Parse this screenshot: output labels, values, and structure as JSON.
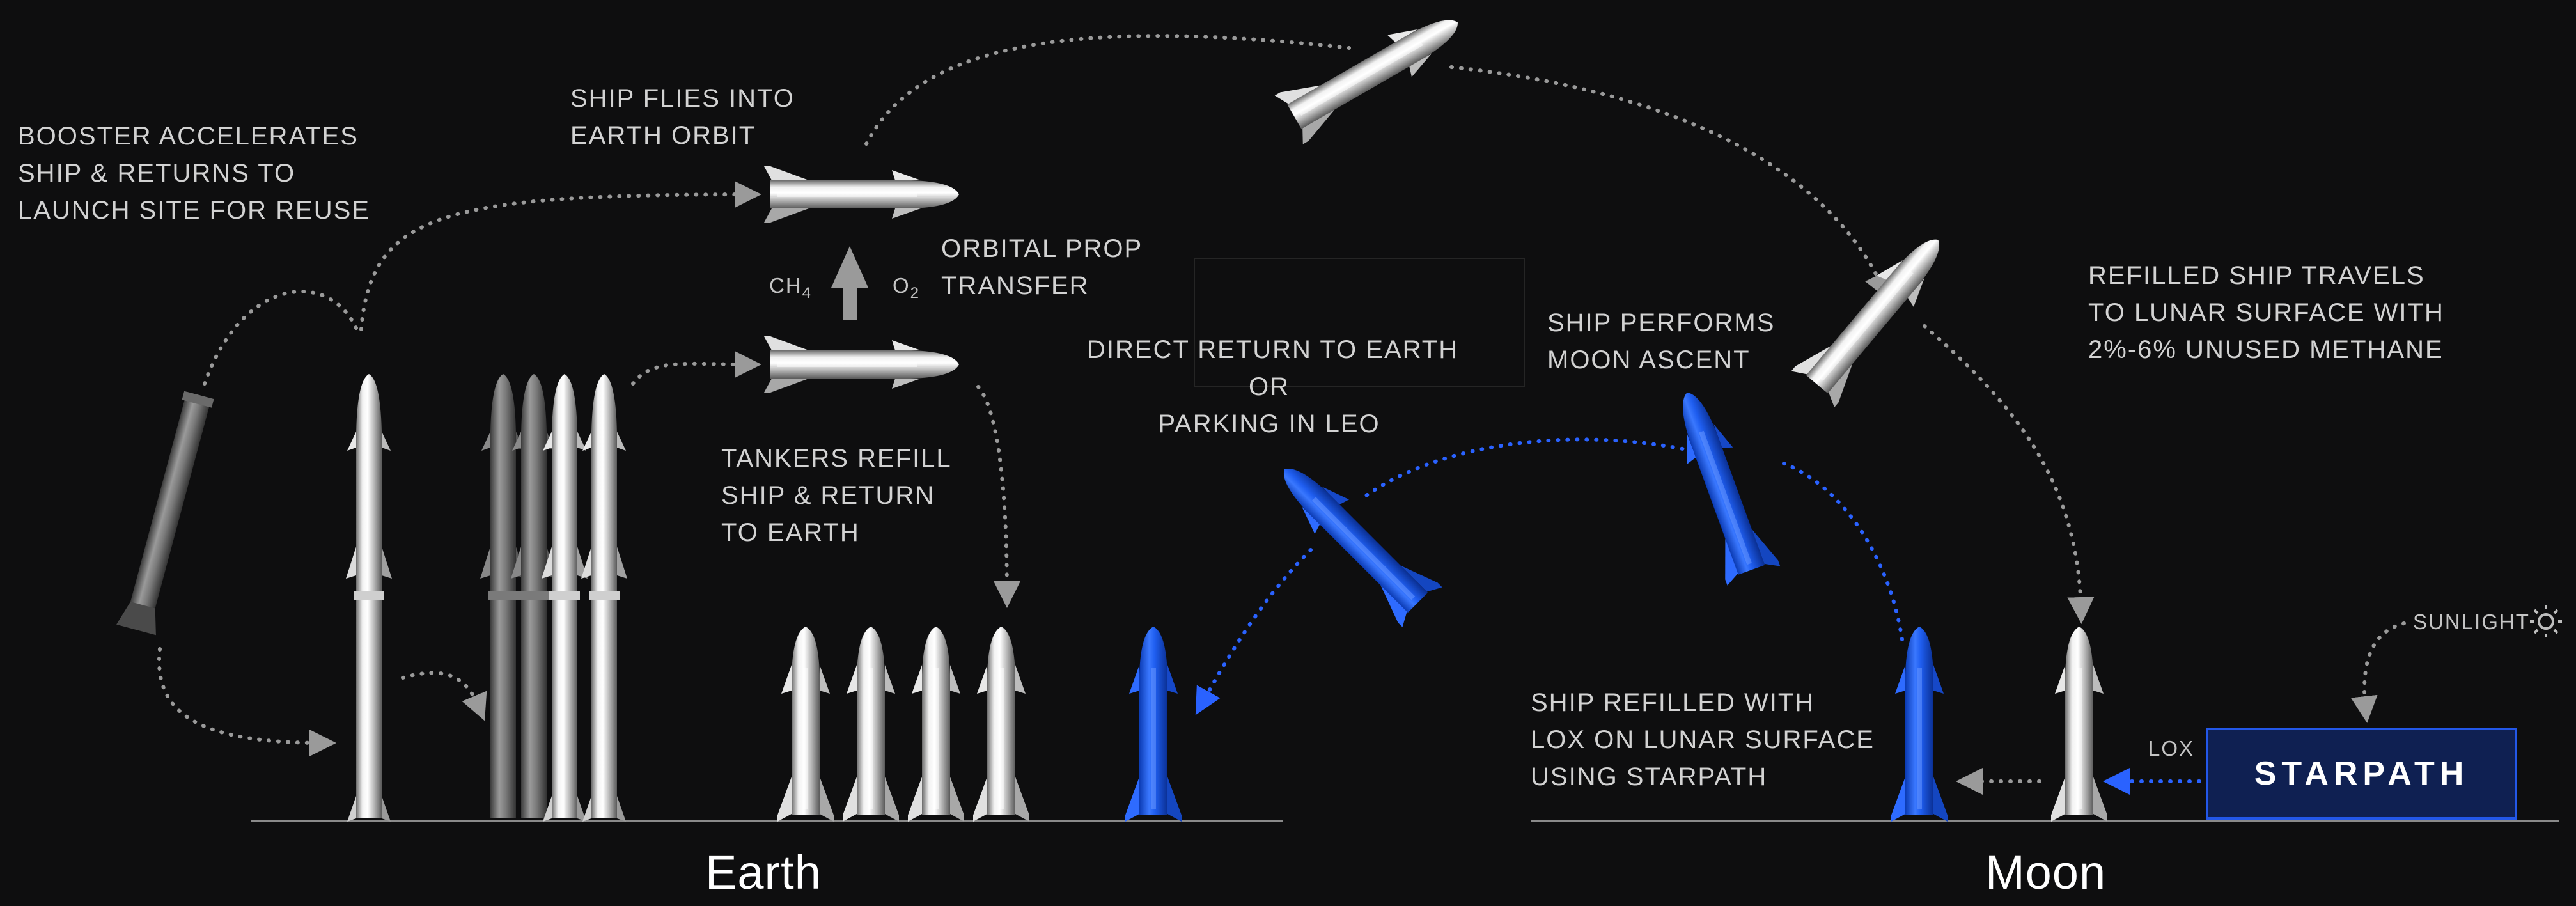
{
  "labels": {
    "booster": [
      "BOOSTER ACCELERATES",
      "SHIP & RETURNS TO",
      "LAUNCH SITE FOR REUSE"
    ],
    "flies_orbit": [
      "SHIP FLIES INTO",
      "EARTH ORBIT"
    ],
    "orbital_prop": [
      "ORBITAL PROP",
      "TRANSFER"
    ],
    "tankers": [
      "TANKERS REFILL",
      "SHIP & RETURN",
      "TO EARTH"
    ],
    "direct_return": [
      "DIRECT RETURN TO EARTH",
      "OR",
      "PARKING IN LEO"
    ],
    "moon_ascent": [
      "SHIP PERFORMS",
      "MOON ASCENT"
    ],
    "refilled_travels": [
      "REFILLED SHIP TRAVELS",
      "TO LUNAR SURFACE WITH",
      "2%-6% UNUSED METHANE"
    ],
    "refilled_lox": [
      "SHIP REFILLED WITH",
      "LOX ON LUNAR SURFACE",
      "USING STARPATH"
    ]
  },
  "small": {
    "ch4": "CH",
    "ch4_sub": "4",
    "o2": "O",
    "o2_sub": "2",
    "lox": "LOX",
    "sunlight": "SUNLIGHT"
  },
  "starpath": "STARPATH",
  "ground": {
    "earth": "Earth",
    "moon": "Moon"
  },
  "colors": {
    "background": "#0e0e0f",
    "text": "#d2d2d2",
    "blue_ship": "#1f5ef0",
    "starpath_fill": "#0f2052",
    "starpath_border": "#2357e8",
    "ground_line": "#8a8a8a",
    "dots_grey": "#9a9a9a",
    "dots_blue": "#2a62ff"
  },
  "icons": [
    "sun-icon",
    "up-arrow-icon",
    "starship-icon",
    "booster-icon"
  ]
}
